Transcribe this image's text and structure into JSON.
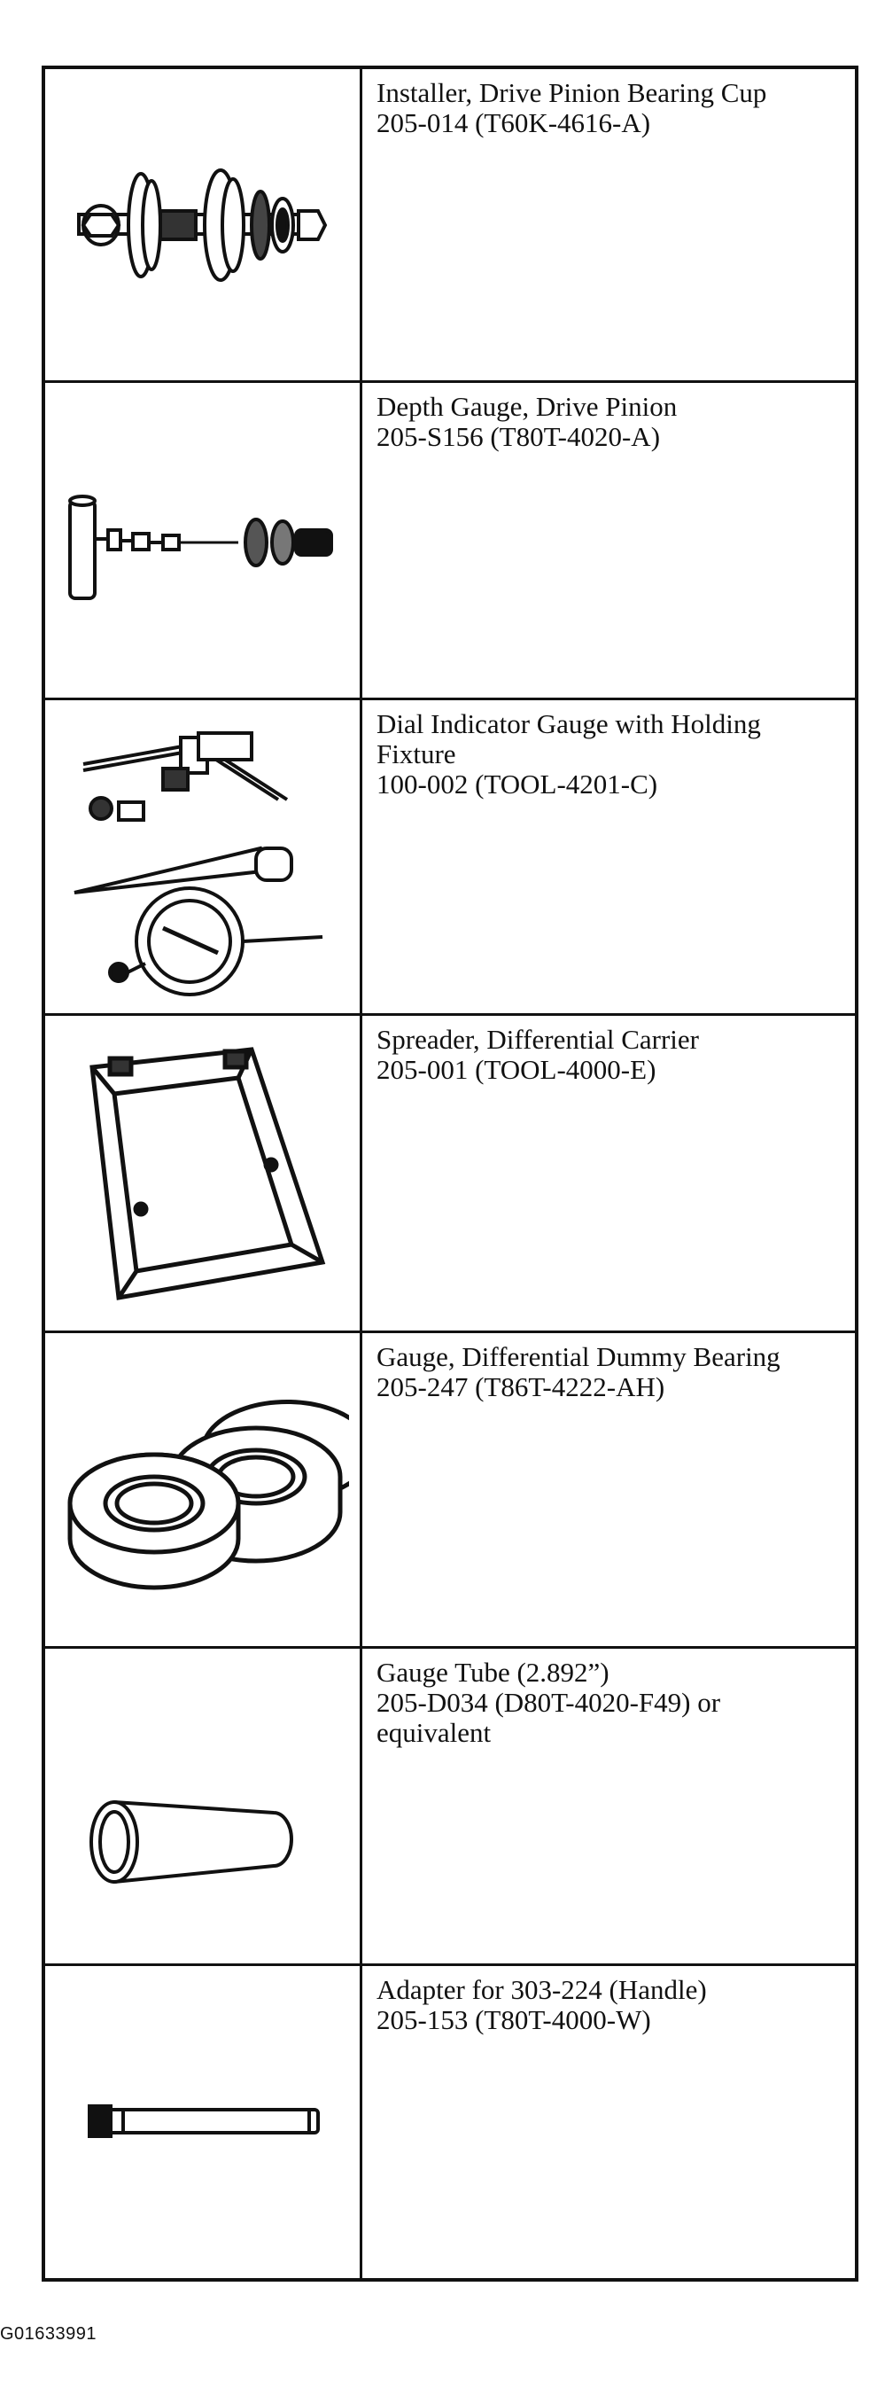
{
  "tools": [
    {
      "name": "Installer, Drive Pinion Bearing Cup",
      "code": "205-014 (T60K-4616-A)",
      "icon": "bearing-cup-installer-icon"
    },
    {
      "name": "Depth Gauge, Drive Pinion",
      "code": "205-S156 (T80T-4020-A)",
      "icon": "depth-gauge-icon"
    },
    {
      "name": "Dial Indicator Gauge with Holding Fixture",
      "code": "100-002 (TOOL-4201-C)",
      "icon": "dial-indicator-icon"
    },
    {
      "name": "Spreader, Differential Carrier",
      "code": "205-001 (TOOL-4000-E)",
      "icon": "carrier-spreader-icon"
    },
    {
      "name": "Gauge, Differential Dummy Bearing",
      "code": "205-247 (T86T-4222-AH)",
      "icon": "dummy-bearing-icon"
    },
    {
      "name": "Gauge Tube (2.892”)",
      "code": "205-D034 (D80T-4020-F49) or equivalent",
      "icon": "gauge-tube-icon"
    },
    {
      "name": "Adapter for 303-224 (Handle)",
      "code": "205-153 (T80T-4000-W)",
      "icon": "handle-adapter-icon"
    }
  ],
  "figure_id": "G01633991"
}
